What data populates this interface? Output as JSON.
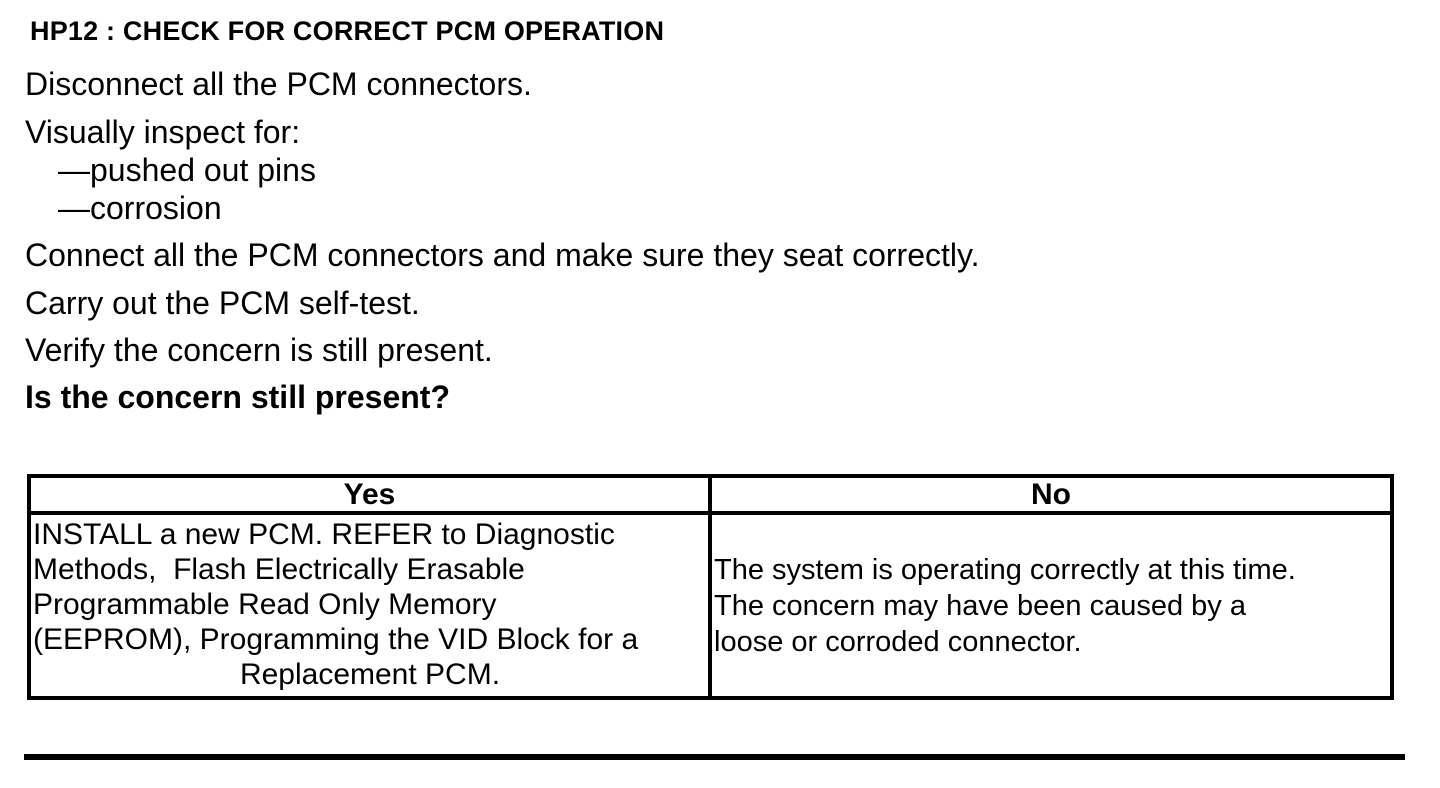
{
  "doc": {
    "title": "HP12 : CHECK FOR CORRECT PCM OPERATION",
    "steps": [
      {
        "text": "Disconnect all the PCM connectors."
      },
      {
        "text": "Visually inspect for:"
      },
      {
        "text": "—pushed out pins"
      },
      {
        "text": "—corrosion"
      },
      {
        "text": "Connect all the PCM connectors and make sure they seat correctly."
      },
      {
        "text": "Carry out the PCM self-test."
      },
      {
        "text": "Verify the concern is still present."
      },
      {
        "text": "Is the concern still present?"
      }
    ],
    "decision_table": {
      "yes_header": "Yes",
      "no_header": "No",
      "yes_lines": [
        "INSTALL a new PCM. REFER to Diagnostic",
        "Methods,  Flash Electrically Erasable",
        "Programmable Read Only Memory",
        "(EEPROM), Programming the VID Block for a",
        "Replacement PCM."
      ],
      "no_lines": [
        "The system is operating correctly at this time.",
        "The concern may have been caused by a",
        "loose or corroded connector."
      ]
    },
    "colors": {
      "text": "#000000",
      "background": "#ffffff",
      "table_border": "#000000"
    }
  }
}
